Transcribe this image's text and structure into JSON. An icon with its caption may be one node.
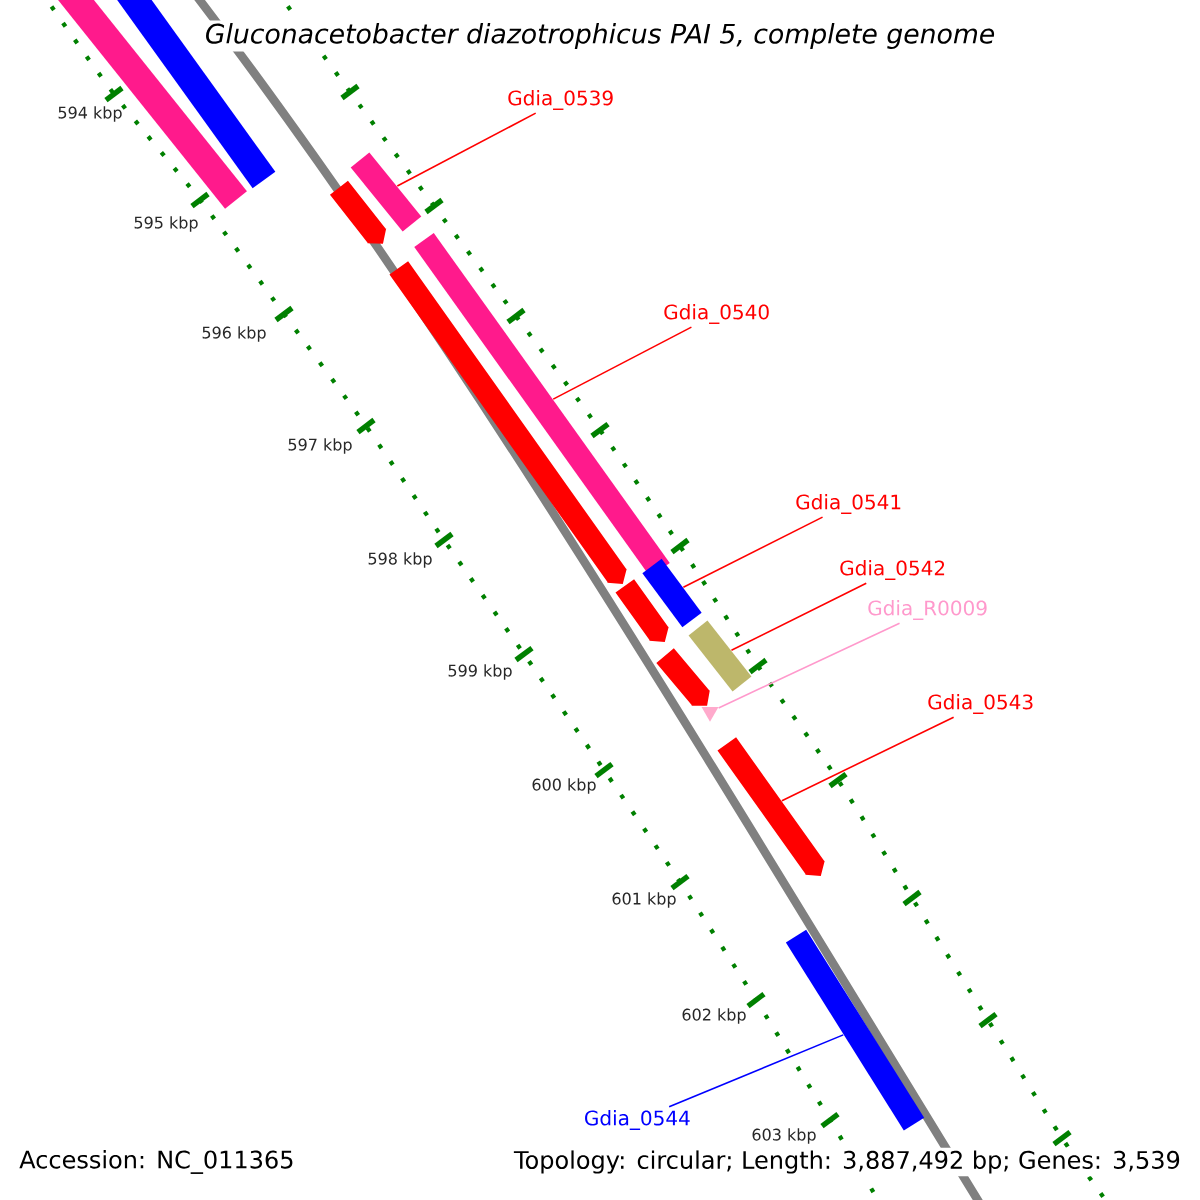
{
  "diagram": {
    "title": "Gluconacetobacter diazotrophicus PAI 5, complete genome",
    "nodes": [
      {
        "text": [],
        "shape": "bar"
      },
      {
        "text": [],
        "shape": "bar"
      },
      {
        "text": [],
        "shape": "bar"
      },
      {
        "text": [],
        "shape": "bar"
      },
      {
        "text": [],
        "shape": "bar"
      },
      {
        "text": [],
        "shape": "bar"
      },
      {
        "text": [],
        "shape": "bar"
      },
      {
        "text": [],
        "shape": "bar"
      },
      {
        "text": [],
        "shape": "bar"
      },
      {
        "text": [],
        "shape": "bar"
      },
      {
        "text": [],
        "shape": "triangle"
      },
      {
        "text": [],
        "shape": "bar"
      },
      {
        "text": [],
        "shape": "bar"
      },
      {
        "text": [
          "Gdia_0539"
        ]
      },
      {
        "text": [
          "Gdia_0540"
        ]
      },
      {
        "text": [
          "Gdia_0541"
        ]
      },
      {
        "text": [
          "Gdia_0542"
        ]
      },
      {
        "text": [
          "Gdia_R0009"
        ]
      },
      {
        "text": [
          "Gdia_0543"
        ]
      },
      {
        "text": [
          "Gdia_0544"
        ]
      }
    ],
    "edges": [
      {
        "from": 13,
        "to": 3,
        "arrow": "none"
      },
      {
        "from": 14,
        "to": 5,
        "arrow": "none"
      },
      {
        "from": 15,
        "to": 6,
        "arrow": "none"
      },
      {
        "from": 16,
        "to": 8,
        "arrow": "none"
      },
      {
        "from": 17,
        "to": 10,
        "arrow": "none",
        "color": "#ff99cc"
      },
      {
        "from": 18,
        "to": 11,
        "arrow": "none"
      },
      {
        "from": 19,
        "to": 12,
        "arrow": "none",
        "color": "#0000ff"
      }
    ],
    "labels": [
      "594 kbp",
      "595 kbp",
      "596 kbp",
      "597 kbp",
      "598 kbp",
      "599 kbp",
      "600 kbp",
      "601 kbp",
      "602 kbp",
      "603 kbp",
      "Accession: NC_011365",
      "Topology: circular; Length: 3,887,492 bp; Genes: 3,539"
    ]
  }
}
